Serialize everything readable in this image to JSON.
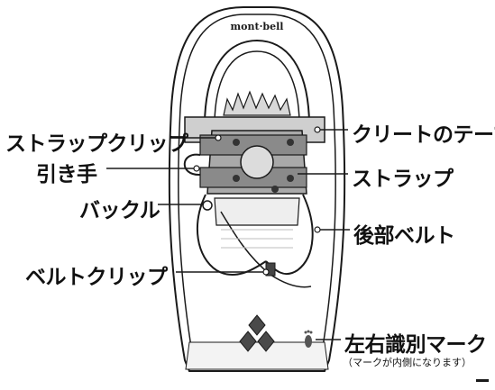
{
  "brand": "mont·bell",
  "labels": {
    "strap_clip": "ストラップクリップ",
    "pull_tab": "引き手",
    "buckle": "バックル",
    "belt_clip": "ベルトクリップ",
    "cleat_tape": "クリートのテープ",
    "strap": "ストラップ",
    "rear_belt": "後部ベルト",
    "lr_mark": "左右識別マーク",
    "lr_mark_note": "（マークが内側になります）"
  },
  "colors": {
    "outline": "#1a1a1a",
    "frame_fill": "#ffffff",
    "metal": "#bdbdbd",
    "dark_metal": "#6e6e6e",
    "text": "#111111"
  }
}
